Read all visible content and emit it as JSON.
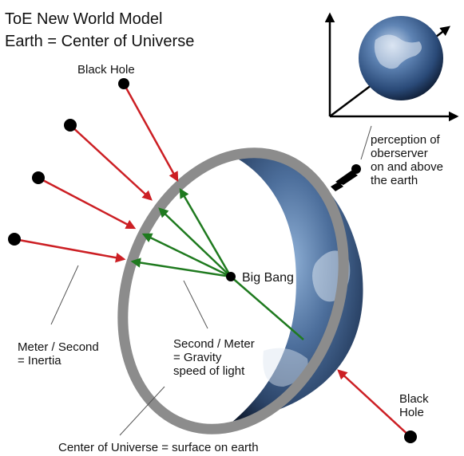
{
  "title": {
    "line1": "ToE New World Model",
    "line2": "Earth = Center of Universe"
  },
  "labels": {
    "black_hole_top": "Black Hole",
    "black_hole_bottom_1": "Black",
    "black_hole_bottom_2": "Hole",
    "big_bang": "Big Bang",
    "perception_1": "perception of",
    "perception_2": "oberserver",
    "perception_3": "on and above",
    "perception_4": "the earth",
    "meter_second_1": "Meter / Second",
    "meter_second_2": "= Inertia",
    "second_meter_1": "Second / Meter",
    "second_meter_2": "= Gravity",
    "second_meter_3": "speed of light",
    "center_universe": "Center of Universe = surface on earth"
  },
  "colors": {
    "red_arrow": "#cc1f24",
    "green_arrow": "#1f7a1f",
    "ring": "#8c8c8c",
    "ocean": "#3e5f8a",
    "black_dot": "#000000"
  }
}
